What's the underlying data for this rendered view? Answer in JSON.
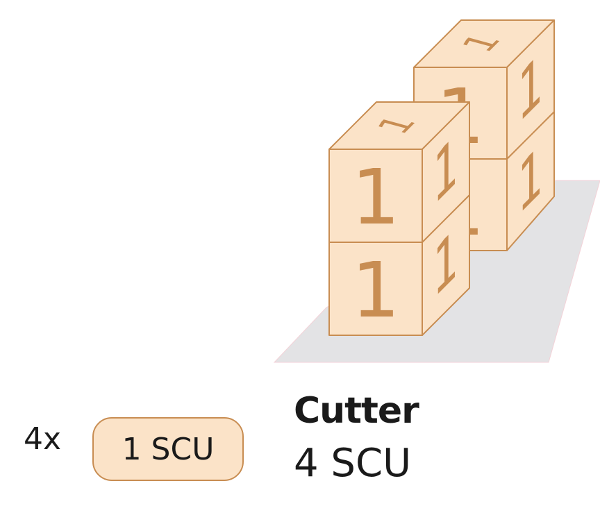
{
  "cube_label": "1",
  "colors": {
    "cube_fill": "#fbe3c8",
    "cube_edge": "#c88d52",
    "floor": "#e3e3e5"
  },
  "legend": {
    "multiplier": "4x",
    "unit": "1 SCU"
  },
  "ship": {
    "name": "Cutter",
    "capacity": "4 SCU"
  }
}
